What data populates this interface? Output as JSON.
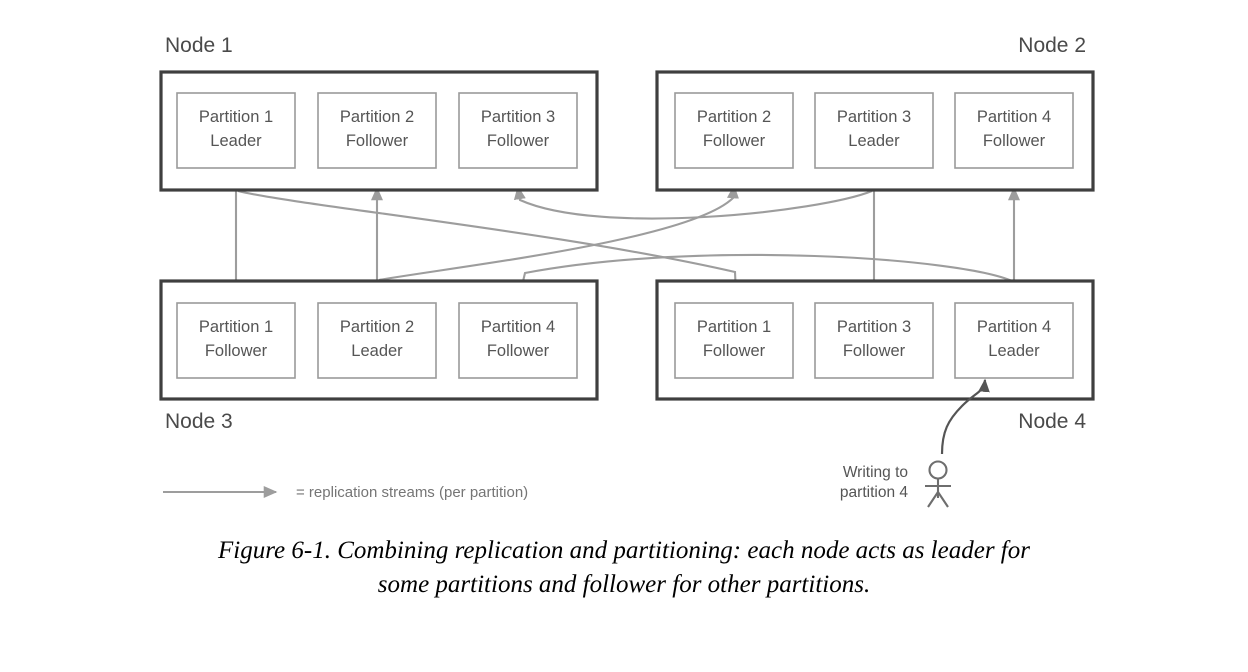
{
  "figure": {
    "caption_line_1": "Figure 6-1. Combining replication and partitioning: each node acts as leader for",
    "caption_line_2": "some partitions and follower for other partitions."
  },
  "colors": {
    "node_border": "#3f3f3f",
    "partition_border": "#9a9a9a",
    "stream_arrow": "#9d9d9d",
    "text_dark": "#555555",
    "text_muted": "#757575",
    "background": "#ffffff"
  },
  "nodes": [
    {
      "id": "node-1",
      "label": "Node 1",
      "label_position": "top-left",
      "partitions": [
        {
          "name": "Partition 1",
          "role": "Leader"
        },
        {
          "name": "Partition 2",
          "role": "Follower"
        },
        {
          "name": "Partition 3",
          "role": "Follower"
        }
      ]
    },
    {
      "id": "node-2",
      "label": "Node 2",
      "label_position": "top-right",
      "partitions": [
        {
          "name": "Partition 2",
          "role": "Follower"
        },
        {
          "name": "Partition 3",
          "role": "Leader"
        },
        {
          "name": "Partition 4",
          "role": "Follower"
        }
      ]
    },
    {
      "id": "node-3",
      "label": "Node 3",
      "label_position": "bottom-left",
      "partitions": [
        {
          "name": "Partition 1",
          "role": "Follower"
        },
        {
          "name": "Partition 2",
          "role": "Leader"
        },
        {
          "name": "Partition 4",
          "role": "Follower"
        }
      ]
    },
    {
      "id": "node-4",
      "label": "Node 4",
      "label_position": "bottom-right",
      "partitions": [
        {
          "name": "Partition 1",
          "role": "Follower"
        },
        {
          "name": "Partition 3",
          "role": "Follower"
        },
        {
          "name": "Partition 4",
          "role": "Leader"
        }
      ]
    }
  ],
  "legend": {
    "text": "= replication streams (per partition)"
  },
  "writer": {
    "line_1": "Writing to",
    "line_2": "partition 4",
    "target": "Node 4 / Partition 4 Leader"
  },
  "replication_streams": [
    {
      "from": "node-1 / Partition 1 Leader",
      "to": "node-3 / Partition 1 Follower"
    },
    {
      "from": "node-1 / Partition 1 Leader",
      "to": "node-4 / Partition 1 Follower"
    },
    {
      "from": "node-3 / Partition 2 Leader",
      "to": "node-1 / Partition 2 Follower"
    },
    {
      "from": "node-3 / Partition 2 Leader",
      "to": "node-2 / Partition 2 Follower"
    },
    {
      "from": "node-2 / Partition 3 Leader",
      "to": "node-4 / Partition 3 Follower"
    },
    {
      "from": "node-2 / Partition 3 Leader",
      "to": "node-1 / Partition 3 Follower"
    },
    {
      "from": "node-4 / Partition 4 Leader",
      "to": "node-2 / Partition 4 Follower"
    },
    {
      "from": "node-4 / Partition 4 Leader",
      "to": "node-3 / Partition 4 Follower"
    }
  ]
}
